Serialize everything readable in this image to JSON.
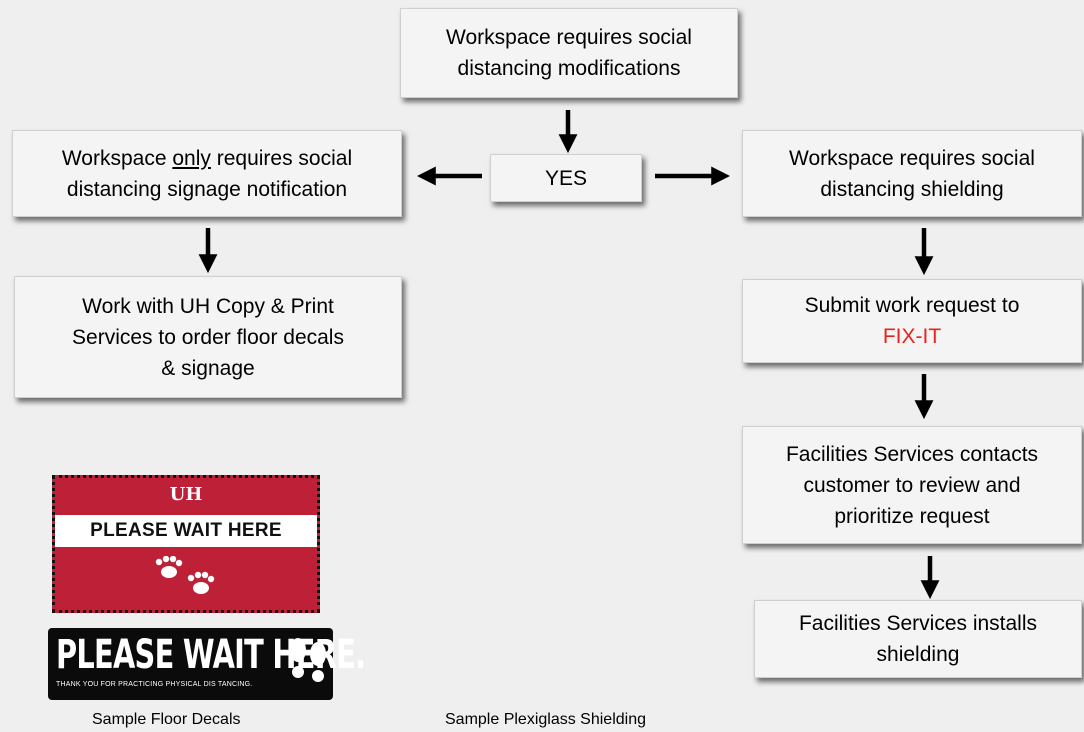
{
  "flow": {
    "top": {
      "line1": "Workspace requires social",
      "line2": "distancing modifications"
    },
    "yes": "YES",
    "left": {
      "pre": "Workspace ",
      "only": "only",
      "post": " requires social",
      "line2": "distancing signage notification"
    },
    "right": {
      "line1": "Workspace requires social",
      "line2": "distancing shielding"
    },
    "left_action": {
      "line1": "Work with UH Copy & Print",
      "line2": "Services to order floor decals",
      "line3": "& signage"
    },
    "submit": {
      "line1": "Submit work request to",
      "link": "FIX-IT"
    },
    "contact": {
      "line1": "Facilities Services contacts",
      "line2": "customer to review and",
      "line3": "prioritize request"
    },
    "install": {
      "line1": "Facilities Services installs",
      "line2": "shielding"
    }
  },
  "decals": {
    "decal1": {
      "logo": "UH",
      "text": "PLEASE WAIT HERE",
      "icon": "paw-prints-icon"
    },
    "decal2": {
      "text": "PLEASE WAIT HERE.",
      "subtext": "THANK YOU FOR PRACTICING PHYSICAL DIS TANCING.",
      "icon": "footprints-icon"
    }
  },
  "captions": {
    "floor_decals": "Sample Floor Decals",
    "plexiglass": "Sample Plexiglass Shielding"
  },
  "colors": {
    "accent_red": "#e8231d",
    "decal_red": "#be2038",
    "box_bg": "#f4f4f4"
  }
}
